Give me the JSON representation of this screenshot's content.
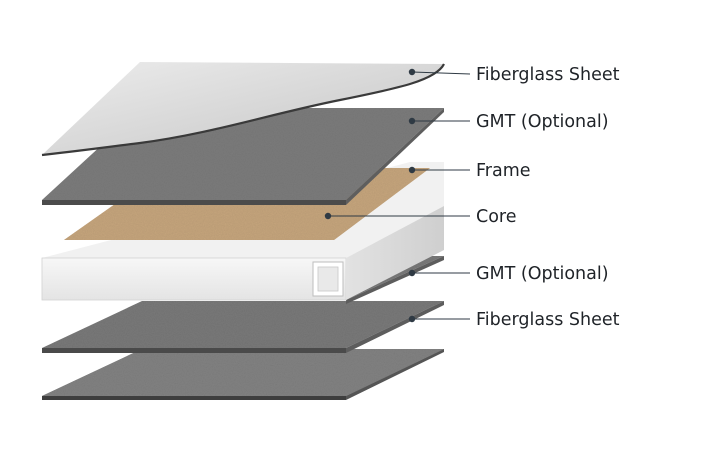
{
  "diagram": {
    "layers": [
      {
        "id": "fiberglass-top",
        "label": "Fiberglass Sheet",
        "material": "fiberglass",
        "color": "#d3d3d3"
      },
      {
        "id": "gmt-top",
        "label": "GMT (Optional)",
        "material": "gmt",
        "color": "#7d7d7d"
      },
      {
        "id": "frame",
        "label": "Frame",
        "material": "frame",
        "color": "#eeeeee"
      },
      {
        "id": "core",
        "label": "Core",
        "material": "core",
        "color": "#c9aa82"
      },
      {
        "id": "gmt-bottom",
        "label": "GMT (Optional)",
        "material": "gmt",
        "color": "#7d7d7d"
      },
      {
        "id": "fiberglass-bottom",
        "label": "Fiberglass Sheet",
        "material": "fiberglass",
        "color": "#7a7a7a"
      }
    ]
  }
}
